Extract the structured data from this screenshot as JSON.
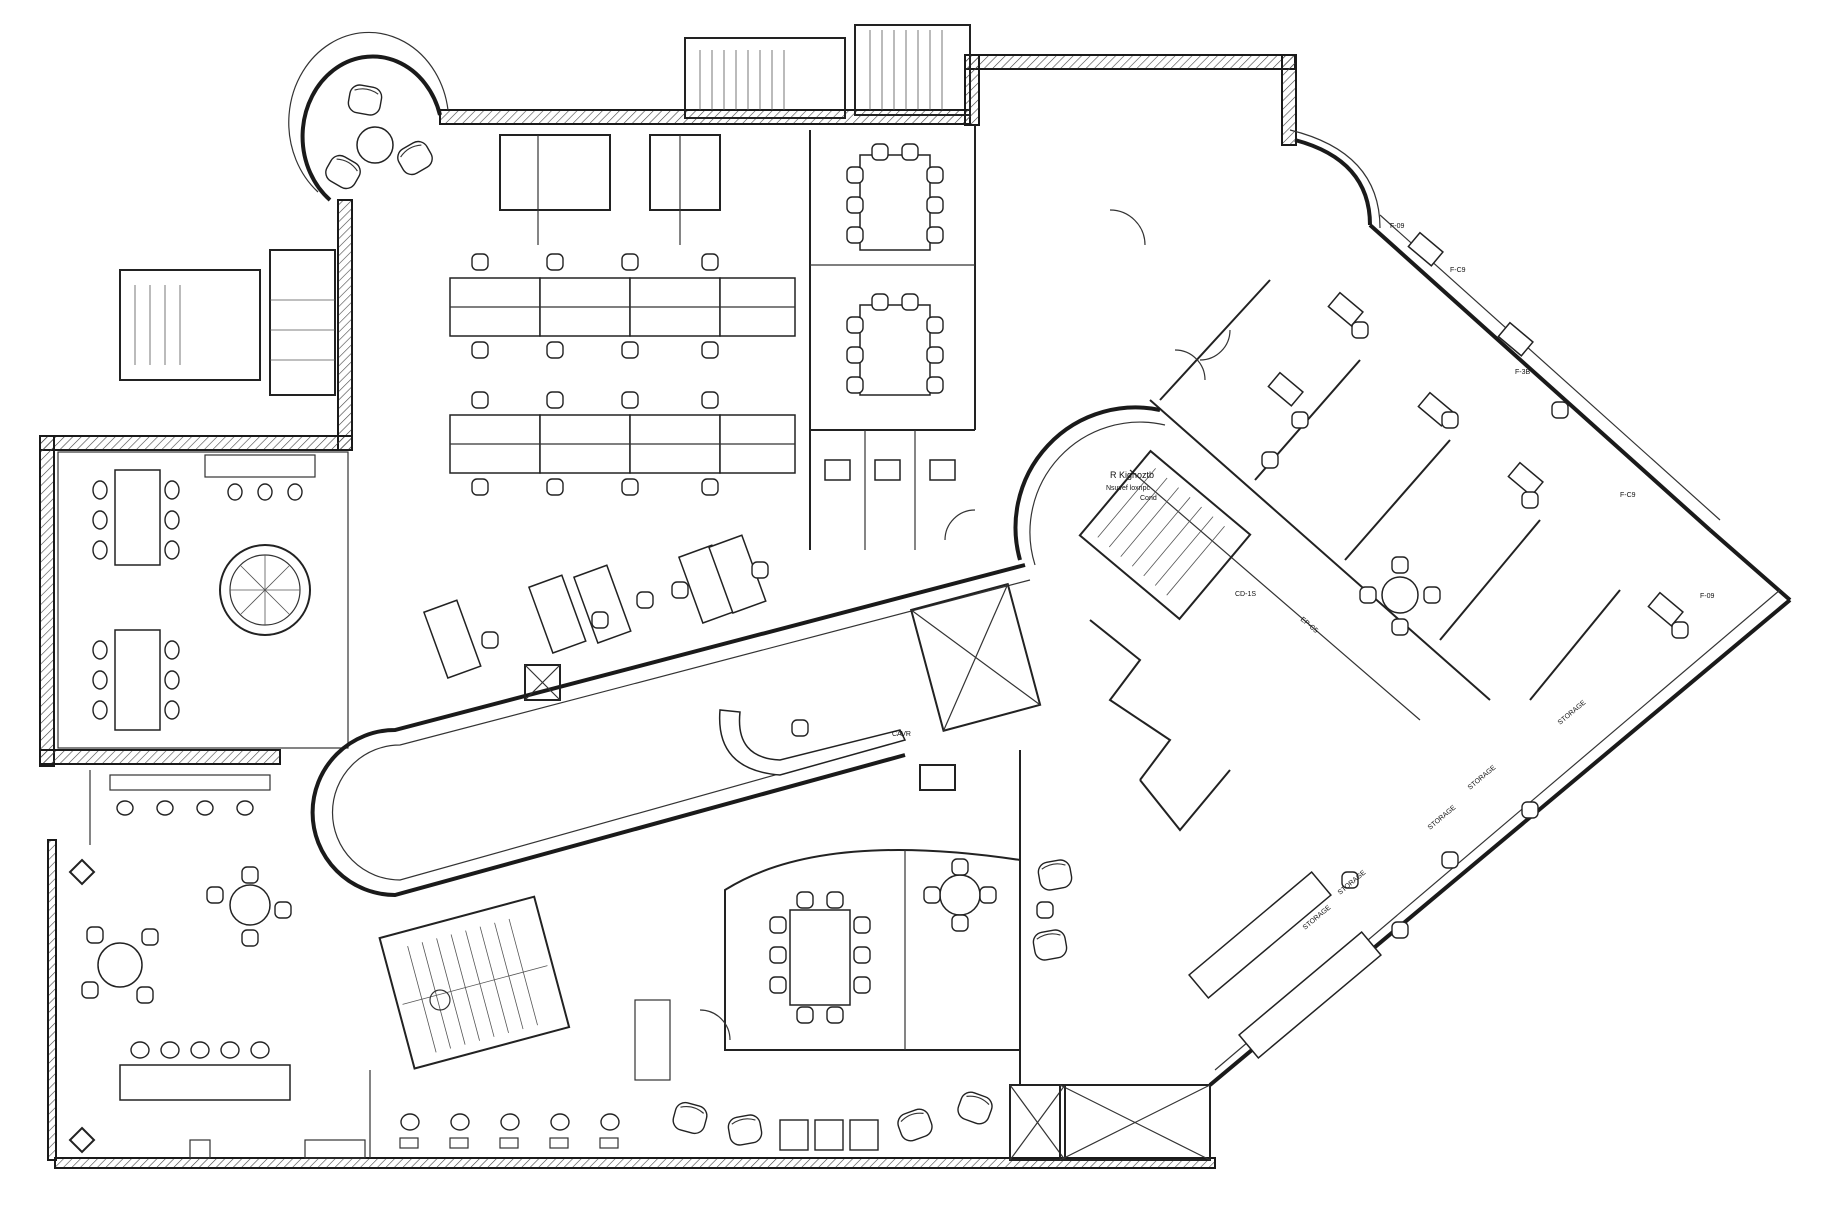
{
  "diagram": {
    "type": "architectural-floor-plan",
    "labels": {
      "lobby_label": "R Kignoztb",
      "lobby_sub1": "Nsuvef loxnpc",
      "lobby_sub2": "Cond",
      "office_tag_1": "F-09",
      "office_tag_2": "F-C9",
      "office_tag_3": "F-3B",
      "office_tag_4": "F-C9",
      "office_tag_5": "F-09",
      "stair_tag": "CD-1S",
      "corridor_tag": "EP-C5",
      "reception_tag": "CAVR",
      "plaque_1": "STORAGE",
      "plaque_2": "STORAGE",
      "plaque_3": "STORAGE",
      "plaque_4": "STORAGE",
      "plaque_5": "STORAGE"
    },
    "colors": {
      "line": "#1a1a1a",
      "background": "#ffffff"
    }
  }
}
